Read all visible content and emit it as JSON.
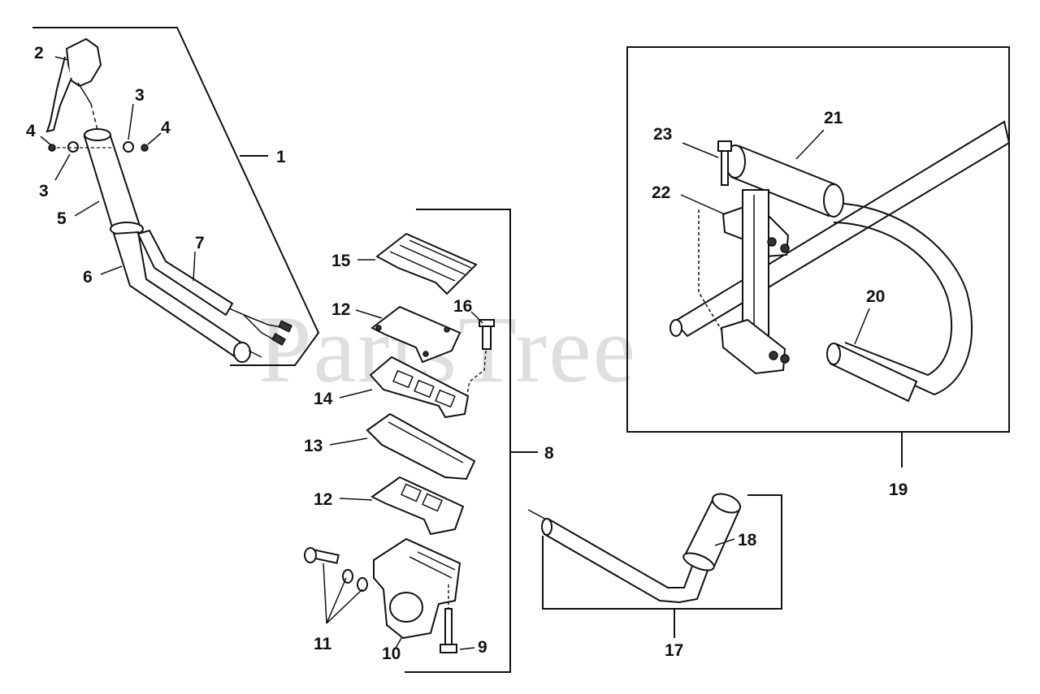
{
  "watermark": "PartsTree",
  "colors": {
    "line": "#111111",
    "watermark": "#c9c9c9",
    "background": "#ffffff"
  },
  "callouts": {
    "c1": "1",
    "c2": "2",
    "c3a": "3",
    "c3b": "3",
    "c4a": "4",
    "c4b": "4",
    "c5": "5",
    "c6": "6",
    "c7": "7",
    "c8": "8",
    "c9": "9",
    "c10": "10",
    "c11": "11",
    "c12a": "12",
    "c12b": "12",
    "c13": "13",
    "c14": "14",
    "c15": "15",
    "c16": "16",
    "c17": "17",
    "c18": "18",
    "c19": "19",
    "c20": "20",
    "c21": "21",
    "c22": "22",
    "c23": "23"
  }
}
